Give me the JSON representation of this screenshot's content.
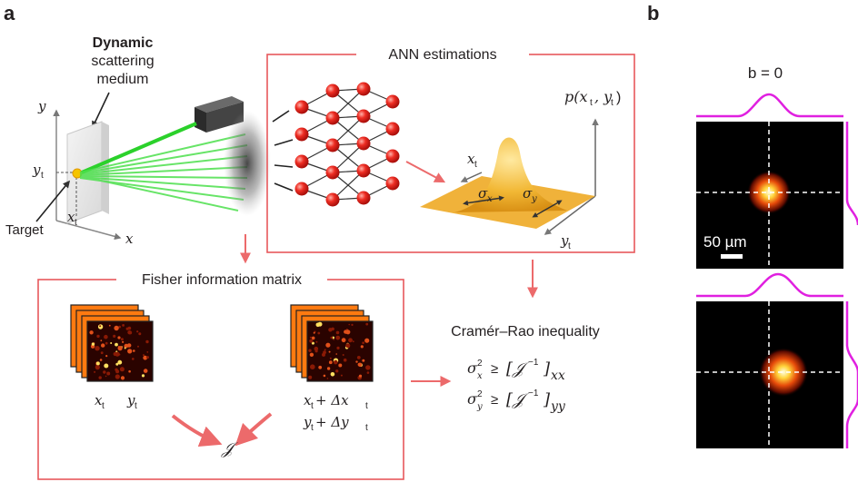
{
  "panels": {
    "a": "a",
    "b": "b"
  },
  "setup": {
    "medium_line1": "Dynamic",
    "medium_line2": "scattering",
    "medium_line3": "medium",
    "axis_y": "y",
    "axis_x": "x",
    "label_yt": "y",
    "label_xt": "x",
    "sub_t": "t",
    "target": "Target"
  },
  "ann": {
    "title": "ANN estimations",
    "p_label": "p(x",
    "p_mid": ", y",
    "p_end": ")",
    "xt": "x",
    "yt": "y",
    "sigma": "σ",
    "sub_x": "x",
    "sub_y": "y",
    "sub_t": "t"
  },
  "fisher": {
    "title": "Fisher information matrix",
    "left_x": "x",
    "left_y": "y",
    "right_line1a": "x",
    "right_line1b": " + Δx",
    "right_line2a": "y",
    "right_line2b": " + Δy",
    "sub_t": "t",
    "J": "𝒥"
  },
  "cramer": {
    "title": "Cramér–Rao inequality",
    "ineq1_lhs": "σ",
    "ineq1_sub": "x",
    "ineq_geq": "≥",
    "ineq_rhs": "[𝒥",
    "ineq_exp": "−1",
    "ineq_close": "]",
    "ineq1_idx": "xx",
    "ineq2_sub": "y",
    "ineq2_idx": "yy",
    "sq": "2"
  },
  "panel_b": {
    "b_label": "b = 0",
    "scale": "50 µm"
  },
  "colors": {
    "red_box": "#e8585b",
    "arrow": "#ec6a6b",
    "laser": "#33cc33",
    "profile": "#e020e0",
    "node": "#e8231e"
  }
}
